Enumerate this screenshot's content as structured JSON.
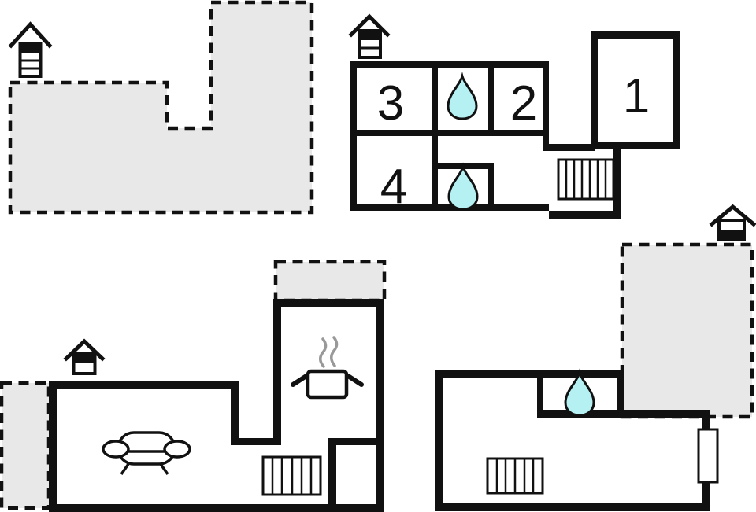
{
  "plan": {
    "type": "vacation-home-floor-plan",
    "rooms": [
      {
        "label": "1"
      },
      {
        "label": "2"
      },
      {
        "label": "3"
      },
      {
        "label": "4"
      }
    ],
    "icons": {
      "chimney": "chimney-vent-icon",
      "water_drop": "water-drop-icon",
      "sofa": "sofa-icon",
      "cooking_pot": "cooking-pot-steam-icon",
      "stairs": "staircase-icon",
      "door": "door-window-icon",
      "terrace": "dashed-terrace-area"
    },
    "colors": {
      "wall": "#111111",
      "terrace_fill": "#e8e8e8",
      "drop_fill": "#b5f0f3",
      "steam": "#999999",
      "background": "#ffffff"
    }
  }
}
